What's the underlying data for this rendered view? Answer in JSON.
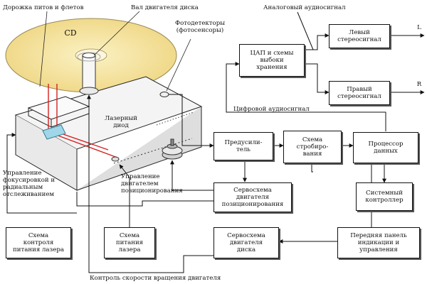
{
  "labels": {
    "track": "Дорожка питов и флетов",
    "shaft": "Вал двигателя диска",
    "analog": "Аналоговый аудиосигнал",
    "photodet": "Фотодетекторы\n(фотосенсоры)",
    "cd": "CD",
    "laser": "Лазерный\nдиод",
    "digital": "Цифровой аудиосигнал",
    "focus": "Управление\nфокусировкой и\nрадиальным\nотслеживанием",
    "posmotor": "Управление\nдвигателем\nпозиционирования",
    "speed": "Контроль скорости вращения двигателя",
    "out_l": "L",
    "out_r": "R"
  },
  "blocks": {
    "dac": "ЦАП и схемы\nвыбоки\nхранения",
    "left_ch": "Левый\nстереосигнал",
    "right_ch": "Правый\nстереосигнал",
    "preamp": "Предусили-\nтель",
    "strobe": "Схема\nстробиро-\nвания",
    "dsp": "Процессор\nданных",
    "servo_pos": "Сервосхема\nдвигателя\nпозиционирования",
    "sysctl": "Системный\nконтроллер",
    "laser_ctl": "Схема\nконтроля\nпитания лазера",
    "laser_pwr": "Схема\nпитания\nлазера",
    "servo_disc": "Сервосхема\nдвигателя\nдиска",
    "front_panel": "Передняя панель\nиндикации и\nуправления"
  }
}
